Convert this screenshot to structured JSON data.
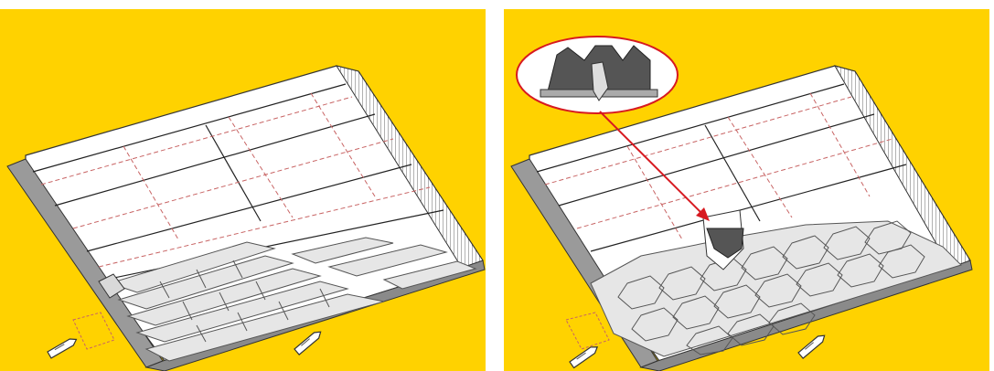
{
  "figure": {
    "panels": [
      {
        "id": "left",
        "roofing_pattern": "rectangular-tab-shingles",
        "icons": [
          "roof-deck",
          "utility-knife-icon",
          "utility-knife-icon",
          "shingle-stack"
        ]
      },
      {
        "id": "right",
        "roofing_pattern": "hexagonal-shingles",
        "icons": [
          "roof-deck",
          "magnified-detail-callout",
          "arrow",
          "utility-knife-icon",
          "utility-knife-icon"
        ]
      }
    ],
    "colors": {
      "background": "#FFD200",
      "roof_sheet": "#FFFFFF",
      "edge_strip": "#9A9A9A",
      "shingle_fill": "#E6E6E6",
      "callout_border": "#D71920",
      "arrow": "#D71920",
      "dashed_guides": "#C86464"
    }
  }
}
